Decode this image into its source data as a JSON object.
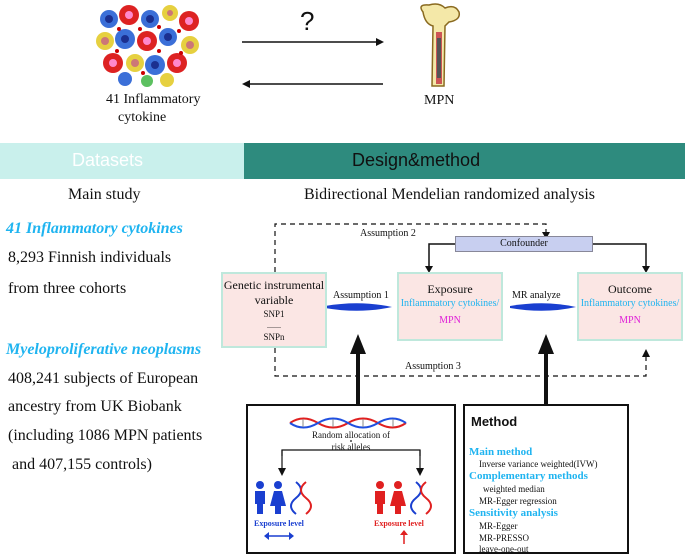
{
  "top": {
    "left_label_line1": "41 Inflammatory",
    "left_label_line2": "cytokine",
    "right_label": "MPN",
    "question": "?"
  },
  "bands": {
    "datasets": "Datasets",
    "design": "Design&method"
  },
  "subheads": {
    "main_study": "Main study",
    "analysis": "Bidirectional Mendelian randomized analysis"
  },
  "datasets": {
    "cytokines_title": "41 Inflammatory cytokines",
    "cytokines_line1": "8,293 Finnish  individuals",
    "cytokines_line2": "from three cohorts",
    "mpn_title": "Myeloproliferative neoplasms",
    "mpn_line1": "408,241 subjects of European",
    "mpn_line2": "ancestry from UK Biobank",
    "mpn_line3": "(including 1086 MPN patients",
    "mpn_line4": " and 407,155 controls)"
  },
  "design": {
    "assumption2": "Assumption 2",
    "assumption1": "Assumption 1",
    "assumption3": "Assumption 3",
    "confounder": "Confounder",
    "mr_analyze": "MR analyze",
    "giv_line1": "Genetic instrumental",
    "giv_line2": "variable",
    "snp1": "SNP1",
    "dots": ".......",
    "snpn": "SNPn",
    "exposure_title": "Exposure",
    "exposure_sub1": "Inflammatory cytokines/",
    "exposure_sub2": "MPN",
    "outcome_title": "Outcome",
    "outcome_sub1": "Inflammatory cytokines/",
    "outcome_sub2": "MPN"
  },
  "allocation": {
    "line1": "Random allocation of",
    "line2": "risk alleles",
    "exposure_level_left": "Exposure level",
    "exposure_level_right": "Exposure level"
  },
  "method": {
    "title": "Method",
    "main_method": "Main method",
    "ivw": "Inverse variance weighted(IVW)",
    "complementary": "Complementary methods",
    "weighted_median": "weighted median",
    "mr_egger_regression": "MR-Egger regression",
    "sensitivity": "Sensitivity analysis",
    "mr_egger": "MR-Egger",
    "mr_presso": "MR-PRESSO",
    "loo": "leave-one-out"
  },
  "colors": {
    "cyan": "#1fb4f0",
    "magenta": "#e020d8",
    "band_light": "#c9f0ec",
    "band_dark": "#2e8b7e",
    "box_fill": "#fbe6e4",
    "blue_arrow": "#1a3fd0",
    "confounder_fill": "#c8cff0"
  },
  "icons": [
    "cell-cluster-icon",
    "bone-icon",
    "dna-icon",
    "family-blue-icon",
    "family-red-icon"
  ]
}
